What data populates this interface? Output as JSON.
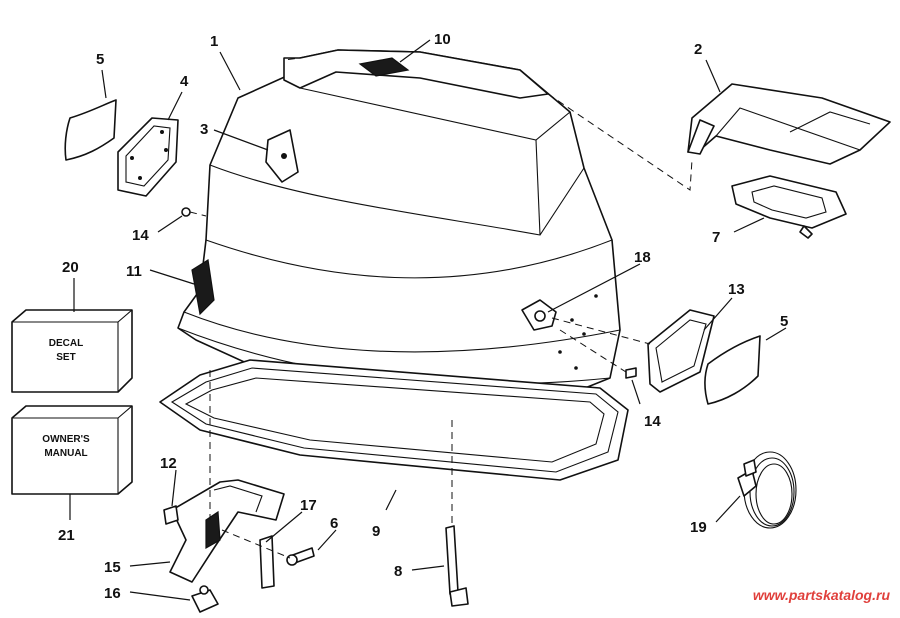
{
  "callouts": {
    "c1": "1",
    "c2": "2",
    "c3": "3",
    "c4": "4",
    "c5a": "5",
    "c5b": "5",
    "c6": "6",
    "c7": "7",
    "c8": "8",
    "c9": "9",
    "c10": "10",
    "c11": "11",
    "c12": "12",
    "c13": "13",
    "c14a": "14",
    "c14b": "14",
    "c15": "15",
    "c16": "16",
    "c17": "17",
    "c18": "18",
    "c19": "19",
    "c20": "20",
    "c21": "21"
  },
  "boxes": {
    "decal_line1": "DECAL",
    "decal_line2": "SET",
    "manual_line1": "OWNER'S",
    "manual_line2": "MANUAL"
  },
  "watermark": "www.partskatalog.ru"
}
